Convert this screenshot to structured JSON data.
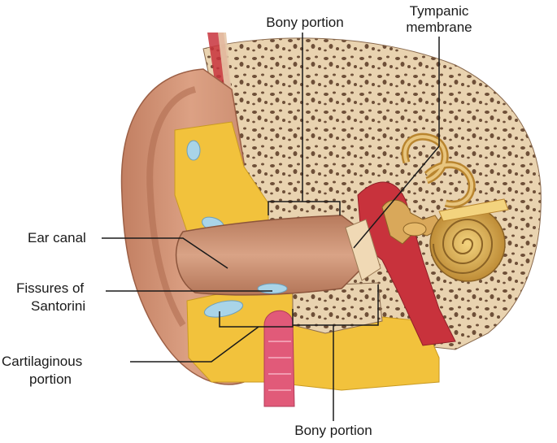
{
  "labels": {
    "bony_portion_top": "Bony portion",
    "tympanic_membrane_line1": "Tympanic",
    "tympanic_membrane_line2": "membrane",
    "ear_canal": "Ear canal",
    "fissures_line1": "Fissures of",
    "fissures_line2": "Santorini",
    "cartilaginous_line1": "Cartilaginous",
    "cartilaginous_line2": "portion",
    "bony_portion_bottom": "Bony portion"
  },
  "colors": {
    "bone": "#e9d3b0",
    "bone_pore": "#6e4f38",
    "skin": "#d49a7e",
    "skin_dark": "#b9765a",
    "canal": "#c99274",
    "cartilage": "#f2c23c",
    "fissure": "#a9d4e8",
    "membrane": "#f0d9b5",
    "ossicle": "#d9a85a",
    "cochlea": "#d8ad5c",
    "vessel_red": "#c8323c",
    "gland_pink": "#e15a79",
    "leader_line": "#1a1a1a"
  }
}
